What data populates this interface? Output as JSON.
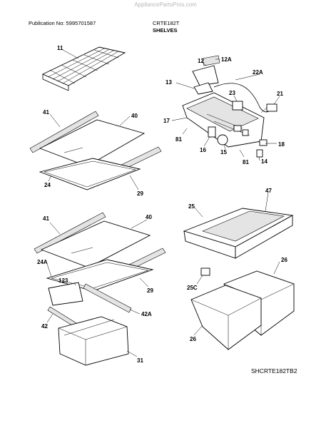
{
  "watermark": "AppliancePartsPros.com",
  "header": {
    "publication": "Publication No: 5995701587",
    "model": "CRTE182T",
    "section": "SHELVES"
  },
  "footer": {
    "drawing_ref": "SHCRTE182TB2"
  },
  "callouts": {
    "c11": "11",
    "c12": "12",
    "c12a": "12A",
    "c13": "13",
    "c22a": "22A",
    "c23": "23",
    "c21": "21",
    "c17": "17",
    "c81a": "81",
    "c16": "16",
    "c15": "15",
    "c18": "18",
    "c81b": "81",
    "c14": "14",
    "c41a": "41",
    "c40a": "40",
    "c24": "24",
    "c29a": "29",
    "c41b": "41",
    "c40b": "40",
    "c24a": "24A",
    "c123": "123",
    "c29b": "29",
    "c42a": "42A",
    "c42": "42",
    "c31": "31",
    "c25": "25",
    "c47": "47",
    "c25c": "25C",
    "c26a": "26",
    "c26b": "26"
  }
}
